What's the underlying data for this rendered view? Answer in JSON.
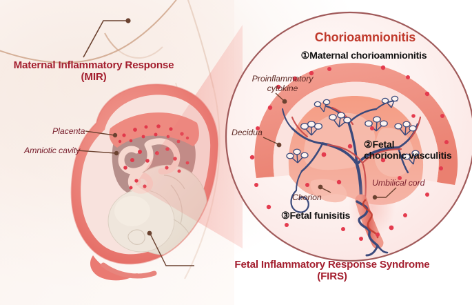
{
  "figure": {
    "kind": "medical-illustration",
    "subject": "Chorioamnionitis: maternal and fetal inflammatory responses"
  },
  "left_panel": {
    "mir_title_line1": "Maternal Inflammatory Response",
    "mir_title_line2": "(MIR)",
    "firs_title_line1": "Fetal Inflammatory Response Syndrome",
    "firs_title_line2": "(FIRS)",
    "callouts": [
      {
        "id": "placenta",
        "text": "Placenta"
      },
      {
        "id": "amniotic-cavity",
        "text": "Amniotic cavity"
      }
    ]
  },
  "magnified_panel": {
    "title": "Chorioamnionitis",
    "numbered_items": [
      {
        "marker": "①",
        "text": "Maternal chorioamnionitis"
      },
      {
        "marker": "②",
        "line1": "Fetal",
        "line2": "chorionic vasculitis"
      },
      {
        "marker": "③",
        "text": "Fetal funisitis"
      }
    ],
    "callouts": [
      {
        "id": "proinflammatory-cytokine",
        "line1": "Proinflammatory",
        "line2": "cytokine"
      },
      {
        "id": "decidua",
        "text": "Decidua"
      },
      {
        "id": "chorion",
        "text": "Chorion"
      },
      {
        "id": "umbilical-cord",
        "text": "Umbilical cord"
      }
    ]
  },
  "colors": {
    "title_red": "#A31E2E",
    "chorio_red": "#C0392B",
    "label_maroon": "#7A2230",
    "leader_brown": "#6B4230",
    "circle_border": "#A05A5A",
    "placenta_salmon": "#F2886F",
    "placenta_pink": "#F6B9B0",
    "decidua_coral": "#EE8C78",
    "vessel_navy": "#3B4A7C",
    "vessel_red": "#C94B4B",
    "cytokine_dot": "#E43B4E",
    "uterus_rose": "#E9736C",
    "fetus_cream": "#EFE6DC",
    "body_outline": "#C9A48A",
    "cone_pink": "#F08A84"
  }
}
